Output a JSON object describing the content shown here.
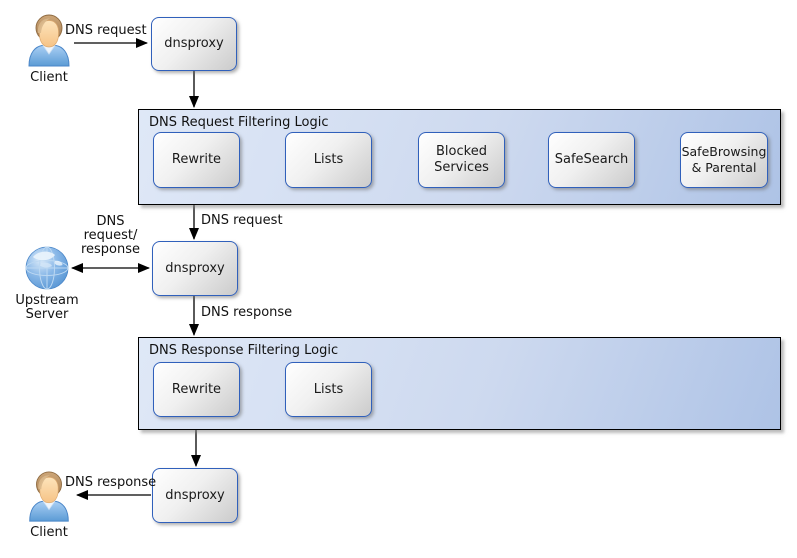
{
  "nodes": {
    "client_top": {
      "label": "Client"
    },
    "dnsproxy_top": {
      "label": "dnsproxy"
    },
    "dnsproxy_middle": {
      "label": "dnsproxy"
    },
    "dnsproxy_bottom": {
      "label": "dnsproxy"
    },
    "upstream_server": {
      "line1": "Upstream",
      "line2": "Server"
    },
    "client_bottom": {
      "label": "Client"
    }
  },
  "request_filter": {
    "title": "DNS Request Filtering Logic",
    "steps": [
      "Rewrite",
      "Lists",
      "Blocked Services",
      "SafeSearch",
      "SafeBrowsing & Parental"
    ]
  },
  "response_filter": {
    "title": "DNS Response Filtering Logic",
    "steps": [
      "Rewrite",
      "Lists"
    ]
  },
  "edge_labels": {
    "client_to_proxy": "DNS request",
    "filter_to_proxy": "DNS request",
    "upstream_lines": [
      "DNS",
      "request/",
      "response"
    ],
    "proxy_to_response_filter": "DNS response",
    "proxy_to_client": "DNS response"
  },
  "colors": {
    "group_fill_light": "#dfe8f7",
    "group_fill_dark": "#aec3e6",
    "group_border": "#000000",
    "node_border": "#3060bb",
    "node_fill_light": "#ffffff",
    "node_fill_dark": "#cbcbcb",
    "arrow": "#000000",
    "globe_blue": "#5b9bd5",
    "person_shirt": "#6aa7e0",
    "person_hair": "#bd9265",
    "person_skin": "#fbd3a0"
  }
}
